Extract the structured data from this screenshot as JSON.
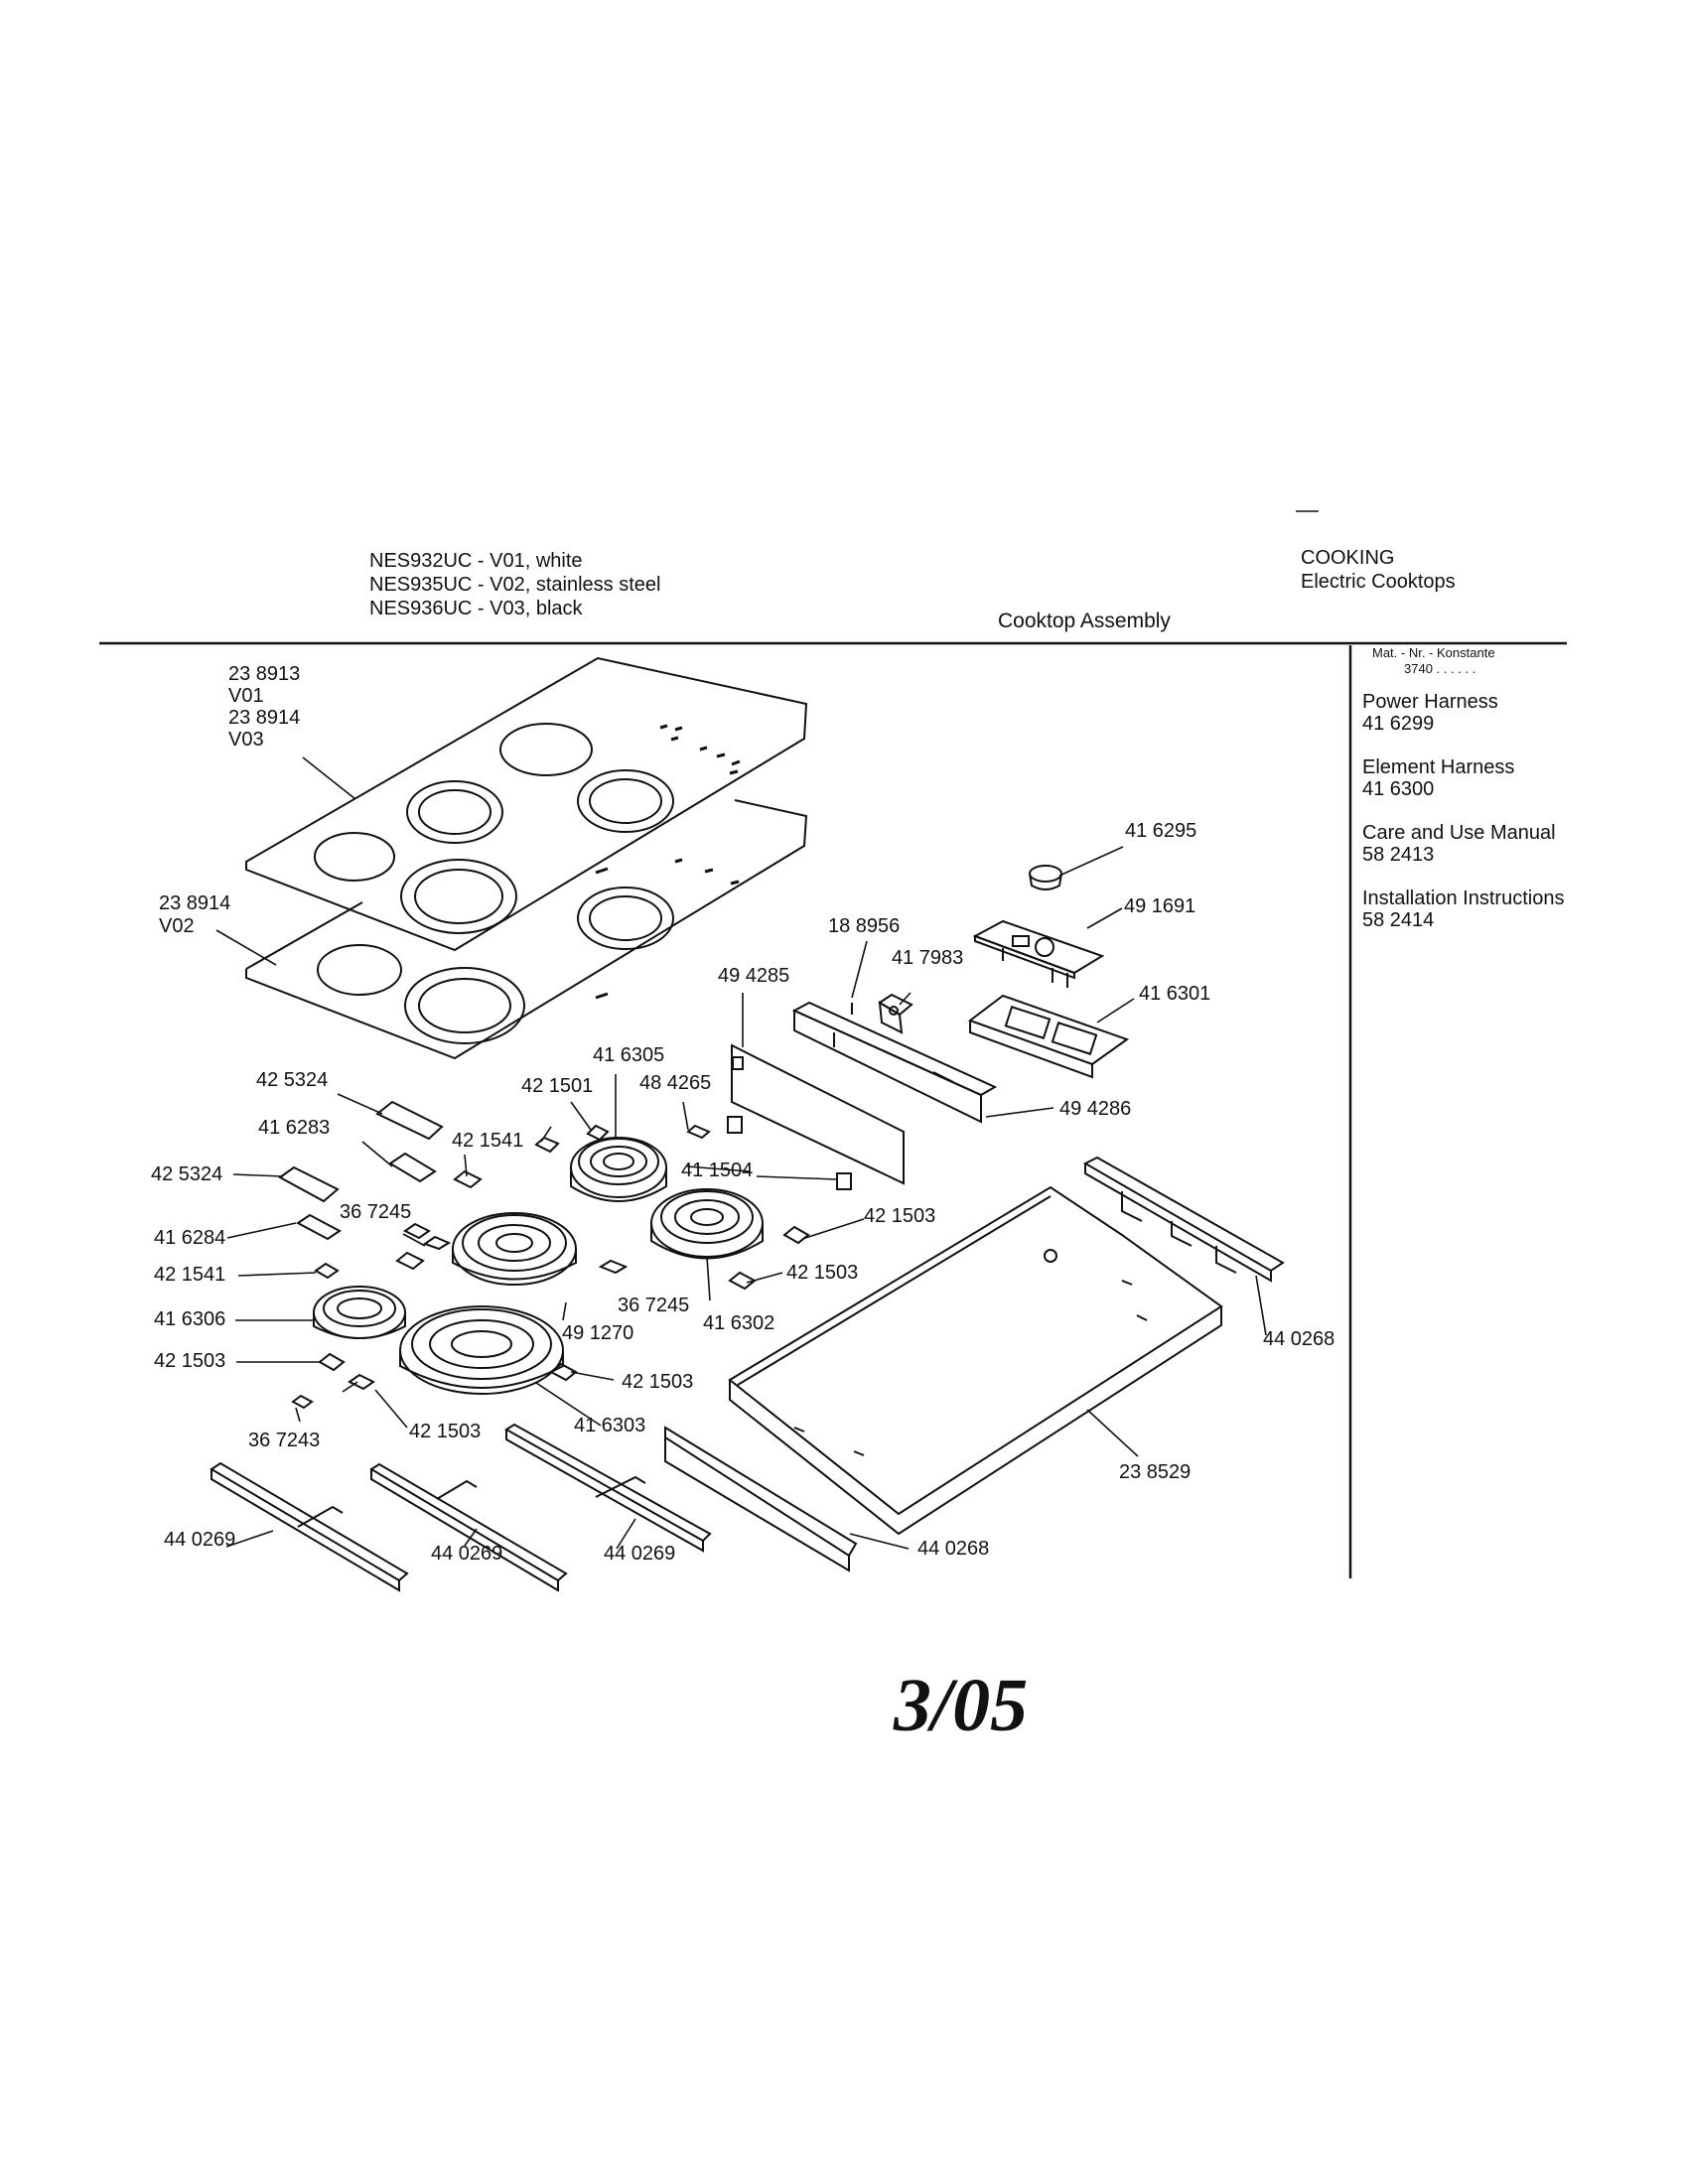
{
  "header": {
    "models": [
      "NES932UC - V01, white",
      "NES935UC - V02, stainless steel",
      "NES936UC - V03, black"
    ],
    "category": "COOKING",
    "subcategory": "Electric Cooktops",
    "title": "Cooktop Assembly"
  },
  "sidebar": {
    "mat_label": "Mat. - Nr. - Konstante",
    "mat_value": "3740 . .   . . . .",
    "items": [
      {
        "name": "Power Harness",
        "number": "41 6299"
      },
      {
        "name": "Element Harness",
        "number": "41 6300"
      },
      {
        "name": "Care and Use Manual",
        "number": "58 2413"
      },
      {
        "name": "Installation Instructions",
        "number": "58 2414"
      }
    ]
  },
  "parts": {
    "p_238913": "23 8913",
    "p_v01": "V01",
    "p_238914": "23 8914",
    "p_v03": "V03",
    "p_238914b": "23 8914",
    "p_v02": "V02",
    "p_416295": "41 6295",
    "p_491691": "49 1691",
    "p_188956": "18 8956",
    "p_417983": "41 7983",
    "p_494285": "49 4285",
    "p_416301": "41 6301",
    "p_416305": "41 6305",
    "p_421501": "42 1501",
    "p_484265": "48 4265",
    "p_425324a": "42 5324",
    "p_416283": "41 6283",
    "p_421541a": "42 1541",
    "p_494286": "49 4286",
    "p_425324b": "42 5324",
    "p_411504": "41 1504",
    "p_367245a": "36 7245",
    "p_421503a": "42 1503",
    "p_416284": "41 6284",
    "p_421541b": "42 1541",
    "p_421503b": "42 1503",
    "p_367245b": "36 7245",
    "p_416306": "41 6306",
    "p_491270": "49 1270",
    "p_416302": "41 6302",
    "p_440268a": "44 0268",
    "p_421503c": "42 1503",
    "p_421503d": "42 1503",
    "p_416303": "41 6303",
    "p_367243": "36 7243",
    "p_421503e": "42 1503",
    "p_238529": "23 8529",
    "p_440268b": "44 0268",
    "p_440269a": "44 0269",
    "p_440269b": "44 0269",
    "p_440269c": "44 0269"
  },
  "footer": {
    "date": "3/05"
  }
}
